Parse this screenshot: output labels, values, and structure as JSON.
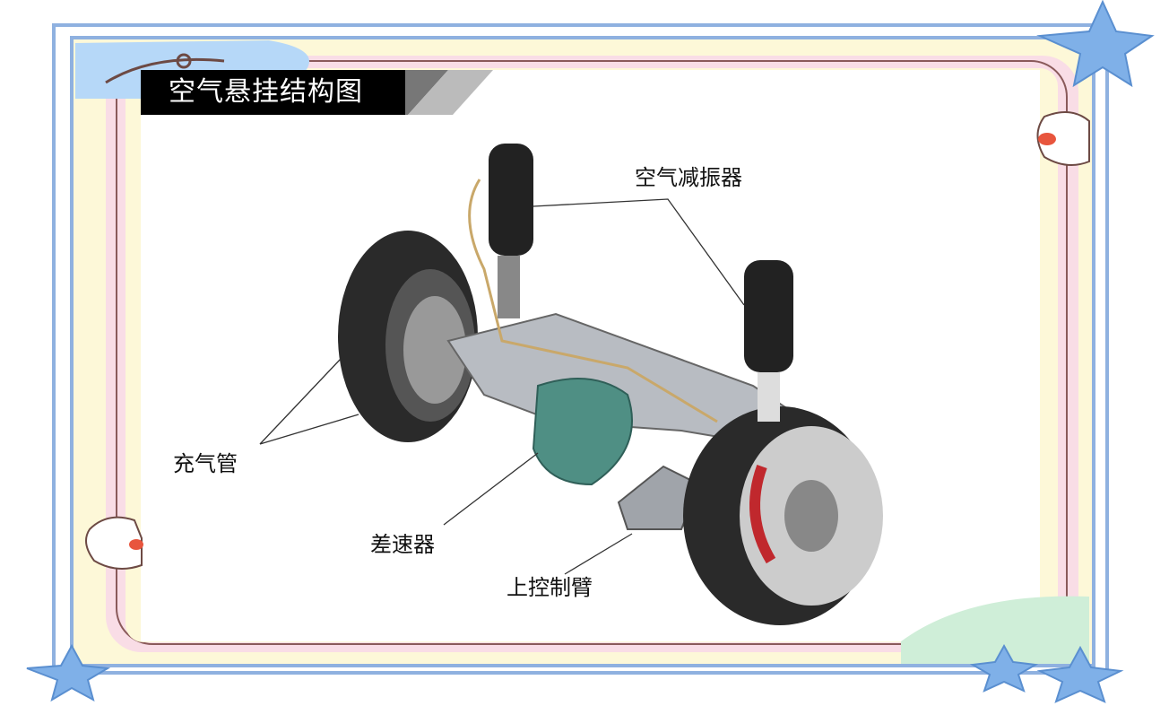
{
  "title": "空气悬挂结构图",
  "labels": {
    "air_shock": "空气减振器",
    "air_hose": "充气管",
    "differential": "差速器",
    "upper_control_arm": "上控制臂"
  },
  "colors": {
    "frame_blue": "#8fb1e0",
    "band_yellow": "#fdf8d8",
    "band_pink": "#f9dde6",
    "line_brown": "#8a5a5a",
    "star_blue": "#7fb0e8",
    "title_bg": "#000000"
  }
}
